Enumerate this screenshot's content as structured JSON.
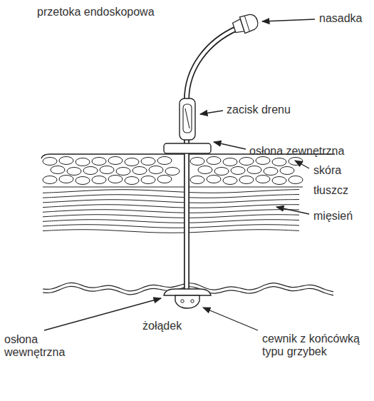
{
  "diagram": {
    "labels": [
      "przetoka endoskopowa",
      "nasadka",
      "zacisk drenu",
      "osłona zewnętrzna",
      "skóra",
      "tłuszcz",
      "mięsień",
      "osłona wewnętrzna",
      "żołądek",
      "cewnik z końcówką typu grzybek"
    ]
  }
}
